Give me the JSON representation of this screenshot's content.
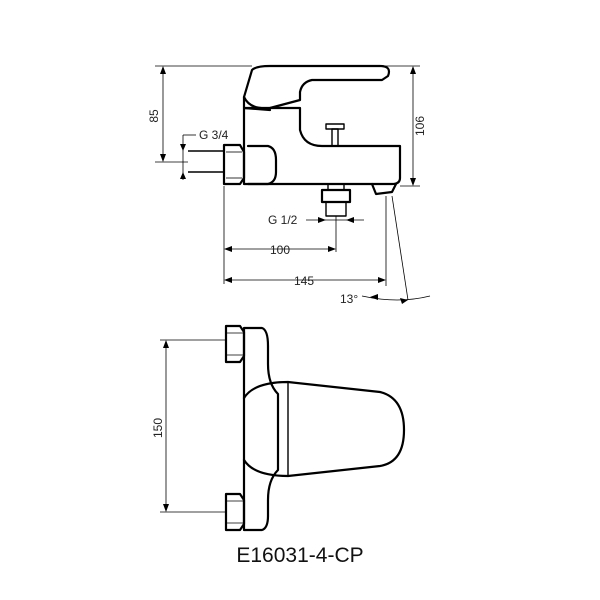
{
  "side_view": {
    "dim_height_body": "85",
    "dim_height_total": "106",
    "dim_inlet_thread": "G 3/4",
    "dim_outlet_thread": "G 1/2",
    "dim_outlet_distance": "100",
    "dim_spout_length": "145",
    "dim_angle": "13°"
  },
  "top_view": {
    "dim_inlet_spacing": "150"
  },
  "model_code": "E16031-4-CP"
}
